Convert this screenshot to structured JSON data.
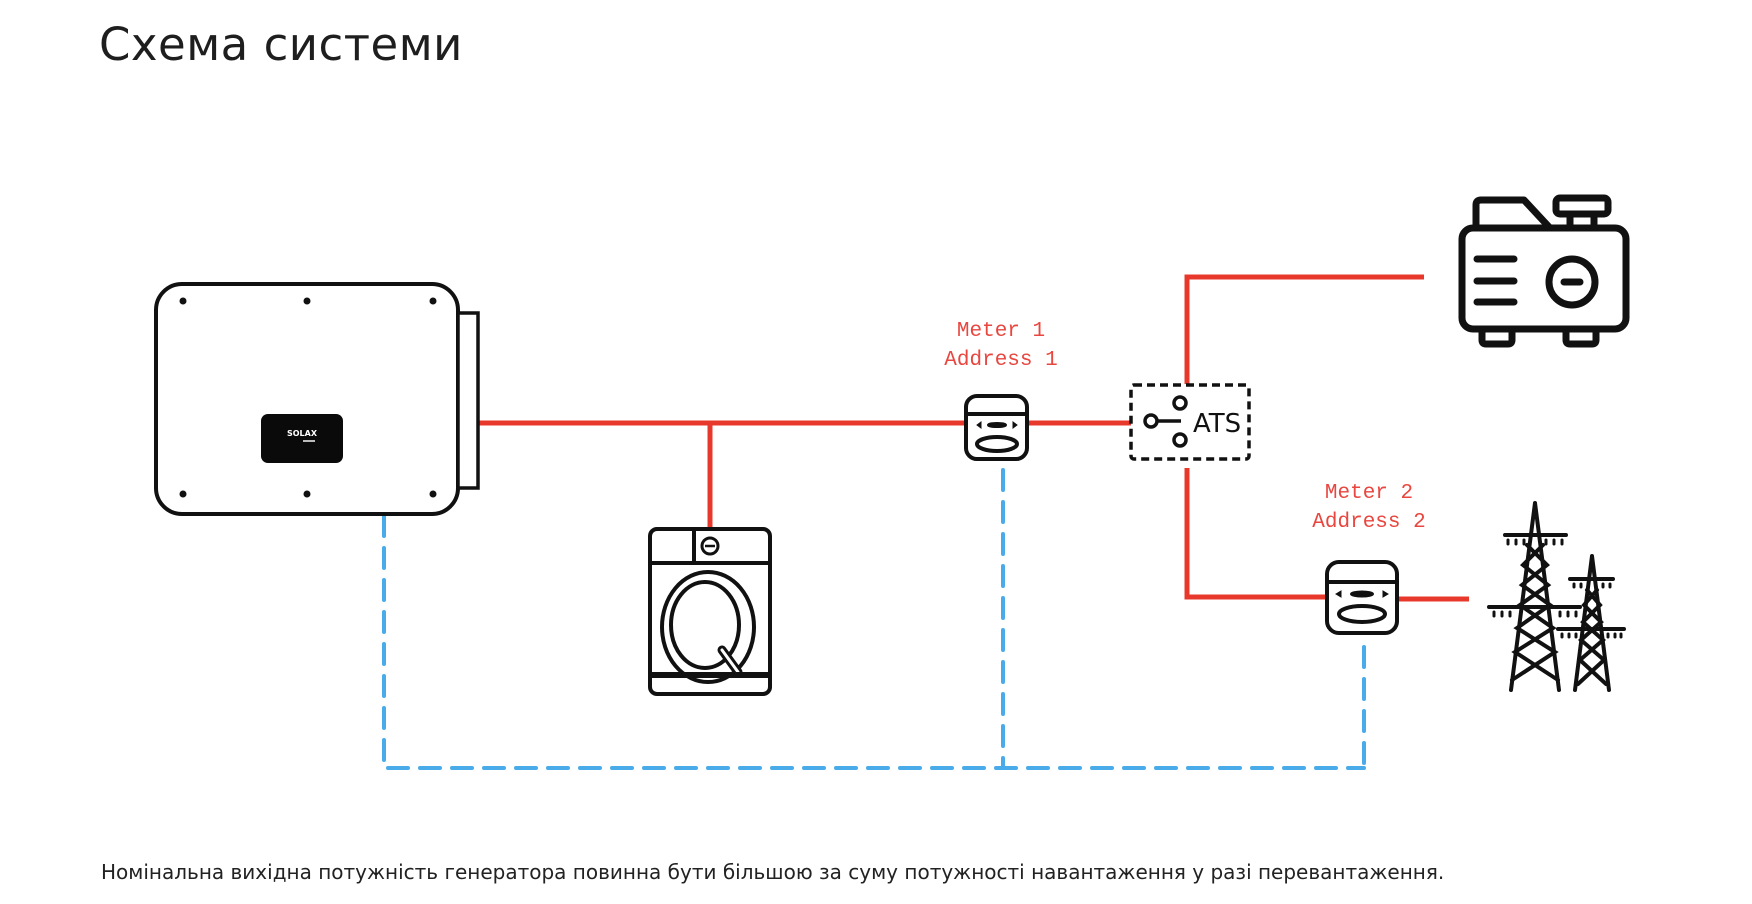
{
  "page": {
    "title": "Схема системи",
    "footnote": "Номінальна вихідна потужність генератора повинна бути більшою за суму потужності навантаження у разі перевантаження."
  },
  "diagram": {
    "inverter": {
      "brand": "SOLAX",
      "icon": "inverter-icon"
    },
    "load": {
      "icon": "washing-machine-icon"
    },
    "meter1": {
      "name": "Meter 1",
      "address": "Address 1",
      "icon": "energy-meter-icon"
    },
    "ats": {
      "label": "ATS",
      "icon": "transfer-switch-icon"
    },
    "generator": {
      "icon": "generator-icon"
    },
    "meter2": {
      "name": "Meter 2",
      "address": "Address 2",
      "icon": "energy-meter-icon"
    },
    "grid": {
      "icon": "power-tower-icon"
    },
    "colors": {
      "power_line": "#e8382c",
      "comm_line": "#4aabea",
      "label": "#e8463f",
      "icon_stroke": "#111111"
    }
  }
}
